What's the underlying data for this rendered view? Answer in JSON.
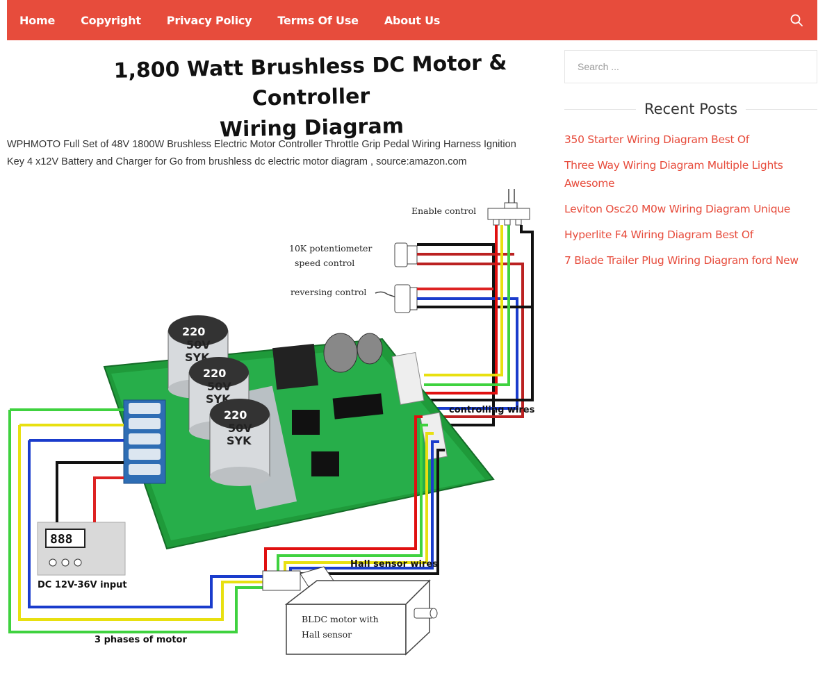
{
  "nav": {
    "items": [
      "Home",
      "Copyright",
      "Privacy Policy",
      "Terms Of Use",
      "About Us"
    ],
    "accent": "#e74c3c"
  },
  "post": {
    "image_title_line1": "1,800 Watt Brushless DC Motor & Controller",
    "image_title_line2": "Wiring Diagram",
    "description": "WPHMOTO Full Set of 48V 1800W Brushless Electric Motor Controller Throttle Grip Pedal Wiring Harness Ignition Key 4 x12V Battery and Charger for Go from brushless dc electric motor diagram , source:amazon.com"
  },
  "diagram": {
    "enable_control": "Enable control",
    "pot_line1": "10K potentiometer",
    "pot_line2": "speed control",
    "reversing_control": "reversing control",
    "controlling_wires": "controlling wires",
    "hall_sensor_wires": "Hall sensor wires",
    "dc_input": "DC 12V-36V input",
    "phases": "3 phases of motor",
    "motor_line1": "BLDC  motor  with",
    "motor_line2": "Hall sensor",
    "cap_value": "220",
    "cap_voltage": "50V",
    "cap_brand": "SYK",
    "display_digits": "888"
  },
  "sidebar": {
    "search_placeholder": "Search ...",
    "recent_title": "Recent Posts",
    "recent_posts": [
      "350 Starter Wiring Diagram Best Of",
      "Three Way Wiring Diagram Multiple Lights Awesome",
      "Leviton Osc20 M0w Wiring Diagram Unique",
      "Hyperlite F4 Wiring Diagram Best Of",
      "7 Blade Trailer Plug Wiring Diagram ford New"
    ]
  }
}
